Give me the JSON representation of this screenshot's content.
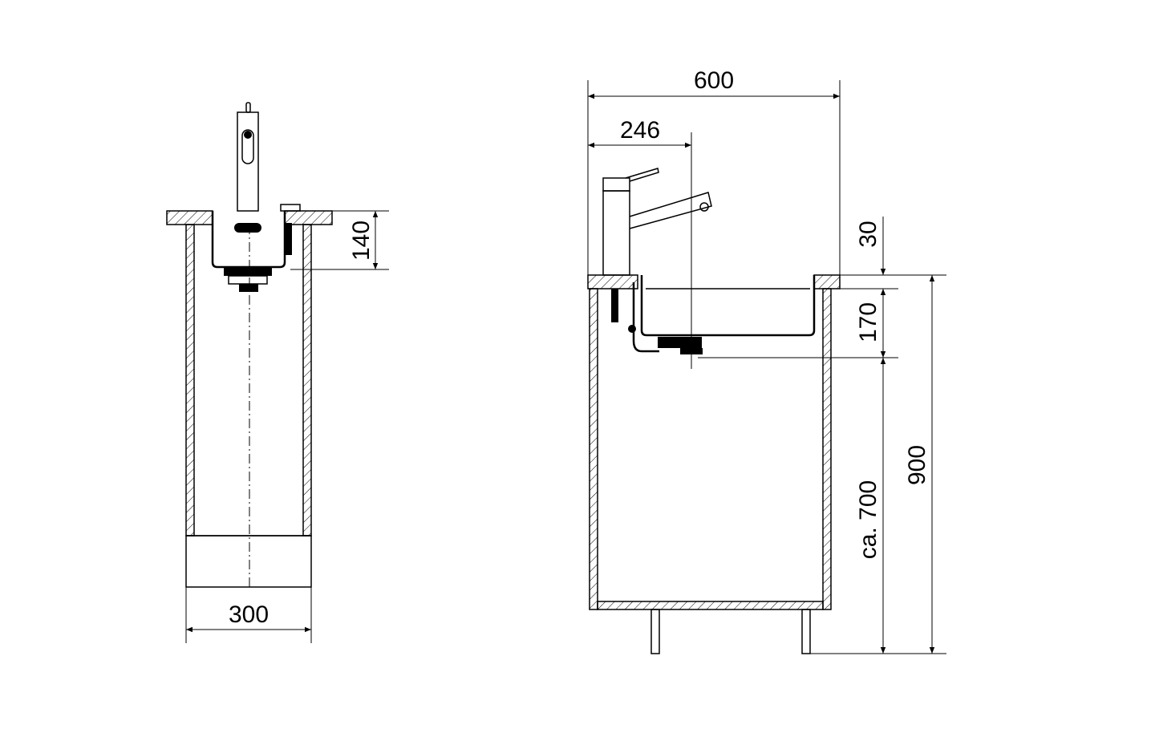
{
  "front_view": {
    "width_label": "300",
    "sink_depth_label": "140"
  },
  "side_view": {
    "cabinet_width_label": "600",
    "tap_offset_label": "246",
    "worktop_label": "30",
    "bowl_depth_label": "170",
    "clearance_label": "ca. 700",
    "total_height_label": "900"
  },
  "colors": {
    "line": "#000000",
    "background": "#ffffff"
  }
}
